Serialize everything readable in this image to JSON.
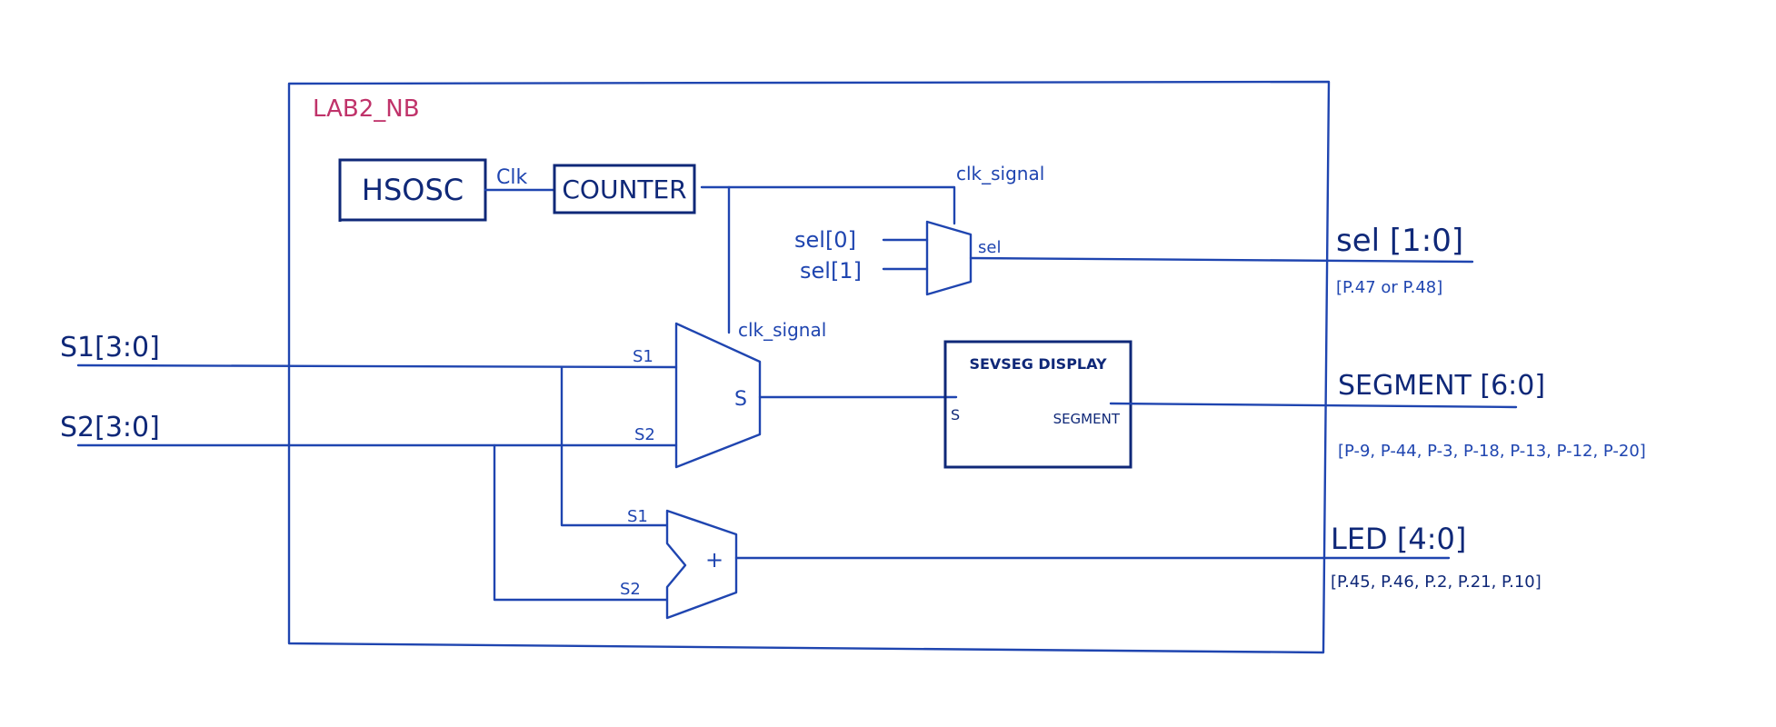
{
  "module": {
    "title": "LAB2_NB"
  },
  "blocks": {
    "hsosc": "HSOSC",
    "counter": "COUNTER",
    "sevseg_title": "SEVSEG DISPLAY",
    "sevseg_in": "S",
    "sevseg_out": "SEGMENT"
  },
  "signals": {
    "clk": "Clk",
    "clk_signal_top": "clk_signal",
    "clk_signal_mux": "clk_signal",
    "sel0": "sel[0]",
    "sel1": "sel[1]",
    "sel_small": "sel",
    "mux_s1": "S1",
    "mux_s2": "S2",
    "mux_out": "S",
    "add_s1": "S1",
    "add_s2": "S2",
    "add_op": "+"
  },
  "inputs": {
    "s1": "S1[3:0]",
    "s2": "S2[3:0]"
  },
  "outputs": {
    "sel": {
      "label": "sel [1:0]",
      "pins": "[P.47 or P.48]"
    },
    "segment": {
      "label": "SEGMENT [6:0]",
      "pins": "[P-9, P-44, P-3, P-18, P-13, P-12, P-20]"
    },
    "led": {
      "label": "LED [4:0]",
      "pins": "[P.45, P.46, P.2, P.21, P.10]"
    }
  }
}
